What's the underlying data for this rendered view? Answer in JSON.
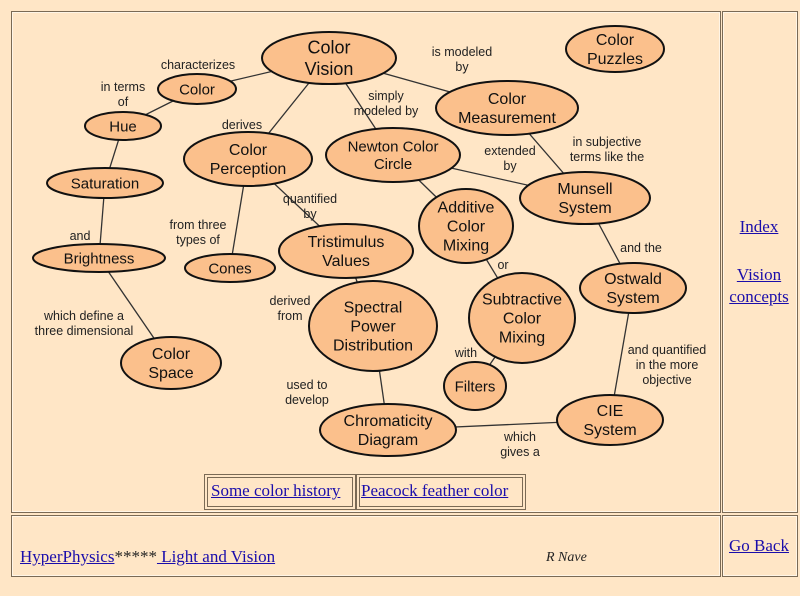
{
  "nodes": [
    {
      "id": "color_vision",
      "lines": [
        "Color",
        "Vision"
      ]
    },
    {
      "id": "color_puzzles",
      "lines": [
        "Color",
        "Puzzles"
      ]
    },
    {
      "id": "color",
      "lines": [
        "Color"
      ]
    },
    {
      "id": "hue",
      "lines": [
        "Hue"
      ]
    },
    {
      "id": "saturation",
      "lines": [
        "Saturation"
      ]
    },
    {
      "id": "brightness",
      "lines": [
        "Brightness"
      ]
    },
    {
      "id": "color_space",
      "lines": [
        "Color",
        "Space"
      ]
    },
    {
      "id": "color_perception",
      "lines": [
        "Color",
        "Perception"
      ]
    },
    {
      "id": "cones",
      "lines": [
        "Cones"
      ]
    },
    {
      "id": "tristimulus",
      "lines": [
        "Tristimulus",
        "Values"
      ]
    },
    {
      "id": "spectral",
      "lines": [
        "Spectral",
        "Power",
        "Distribution"
      ]
    },
    {
      "id": "chromaticity",
      "lines": [
        "Chromaticity",
        "Diagram"
      ]
    },
    {
      "id": "newton",
      "lines": [
        "Newton Color",
        "Circle"
      ]
    },
    {
      "id": "color_measurement",
      "lines": [
        "Color",
        "Measurement"
      ]
    },
    {
      "id": "additive",
      "lines": [
        "Additive",
        "Color",
        "Mixing"
      ]
    },
    {
      "id": "subtractive",
      "lines": [
        "Subtractive",
        "Color",
        "Mixing"
      ]
    },
    {
      "id": "filters",
      "lines": [
        "Filters"
      ]
    },
    {
      "id": "munsell",
      "lines": [
        "Munsell",
        "System"
      ]
    },
    {
      "id": "ostwald",
      "lines": [
        "Ostwald",
        "System"
      ]
    },
    {
      "id": "cie",
      "lines": [
        "CIE",
        "System"
      ]
    }
  ],
  "edges": [
    {
      "from": "color_vision",
      "to": "color"
    },
    {
      "from": "color",
      "to": "hue"
    },
    {
      "from": "hue",
      "to": "saturation"
    },
    {
      "from": "saturation",
      "to": "brightness"
    },
    {
      "from": "brightness",
      "to": "color_space"
    },
    {
      "from": "color_vision",
      "to": "color_perception"
    },
    {
      "from": "color_perception",
      "to": "cones"
    },
    {
      "from": "color_perception",
      "to": "tristimulus"
    },
    {
      "from": "tristimulus",
      "to": "spectral"
    },
    {
      "from": "spectral",
      "to": "chromaticity"
    },
    {
      "from": "chromaticity",
      "to": "cie"
    },
    {
      "from": "color_vision",
      "to": "newton"
    },
    {
      "from": "color_vision",
      "to": "color_measurement"
    },
    {
      "from": "color_measurement",
      "to": "munsell"
    },
    {
      "from": "newton",
      "to": "munsell"
    },
    {
      "from": "newton",
      "to": "additive"
    },
    {
      "from": "additive",
      "to": "subtractive"
    },
    {
      "from": "subtractive",
      "to": "filters"
    },
    {
      "from": "munsell",
      "to": "ostwald"
    },
    {
      "from": "ostwald",
      "to": "cie"
    }
  ],
  "edge_labels": [
    {
      "id": "characterizes",
      "lines": [
        "characterizes"
      ]
    },
    {
      "id": "in_terms_of",
      "lines": [
        "in terms",
        "of"
      ]
    },
    {
      "id": "derives",
      "lines": [
        "derives"
      ]
    },
    {
      "id": "and",
      "lines": [
        "and"
      ]
    },
    {
      "id": "from_three",
      "lines": [
        "from three",
        "types of"
      ]
    },
    {
      "id": "quantified_by",
      "lines": [
        "quantified",
        "by"
      ]
    },
    {
      "id": "which_define",
      "lines": [
        "which define a",
        "three dimensional"
      ]
    },
    {
      "id": "derived_from",
      "lines": [
        "derived",
        "from"
      ]
    },
    {
      "id": "used_to_develop",
      "lines": [
        "used to",
        "develop"
      ]
    },
    {
      "id": "simply_modeled",
      "lines": [
        "simply",
        "modeled by"
      ]
    },
    {
      "id": "is_modeled_by",
      "lines": [
        "is modeled",
        "by"
      ]
    },
    {
      "id": "extended_by",
      "lines": [
        "extended",
        "by"
      ]
    },
    {
      "id": "in_subjective",
      "lines": [
        "in subjective",
        "terms like the"
      ]
    },
    {
      "id": "or",
      "lines": [
        "or"
      ]
    },
    {
      "id": "with",
      "lines": [
        "with"
      ]
    },
    {
      "id": "and_the",
      "lines": [
        "and the"
      ]
    },
    {
      "id": "and_quantified",
      "lines": [
        "and quantified",
        "in the more",
        "objective"
      ]
    },
    {
      "id": "which_gives",
      "lines": [
        "which",
        "gives a"
      ]
    }
  ],
  "links": {
    "history": "Some color history",
    "peacock": "Peacock feather color",
    "index": "Index",
    "vision_line1": "Vision",
    "vision_line2": "concepts",
    "hyperphysics": "HyperPhysics",
    "stars": "*****",
    "light_vision": " Light and Vision",
    "go_back": "Go Back"
  },
  "author": "R Nave",
  "colors": {
    "background": "#ffe6c6",
    "node_fill": "#fbc08c",
    "node_stroke": "#111111",
    "link": "#1a0dab"
  }
}
